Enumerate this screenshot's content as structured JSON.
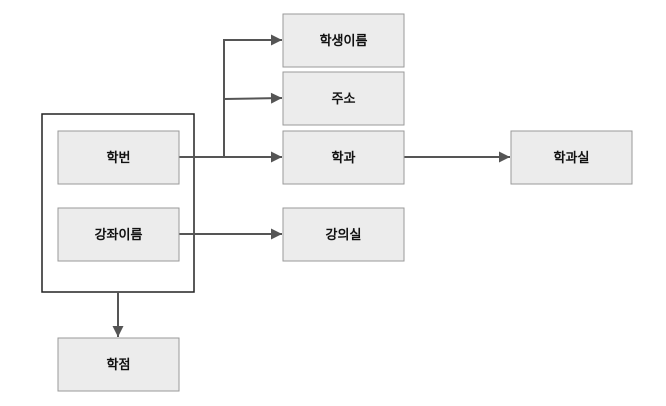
{
  "nodes": {
    "student_id": "학번",
    "course_name": "강좌이름",
    "student_name": "학생이름",
    "address": "주소",
    "department": "학과",
    "department_office": "학과실",
    "lecture_room": "강의실",
    "grade": "학점"
  },
  "colors": {
    "box_fill": "#ececec",
    "box_stroke": "#9a9a9a",
    "line": "#555555",
    "group_stroke": "#222222"
  }
}
